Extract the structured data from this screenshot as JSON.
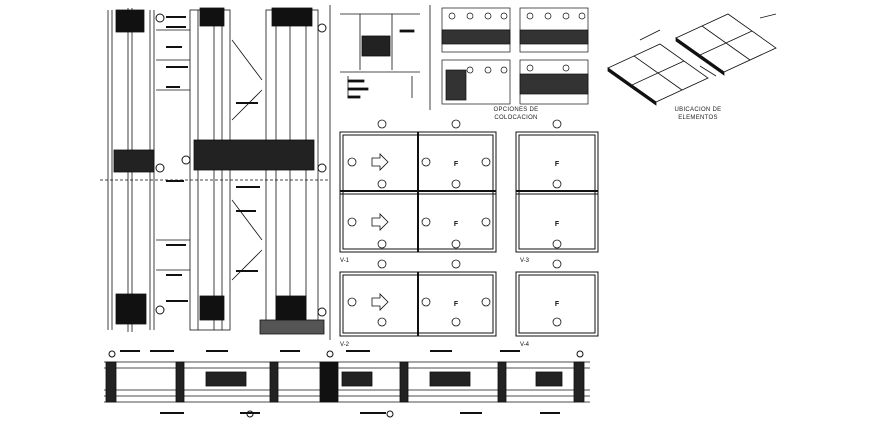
{
  "sheet": {
    "notes": {
      "placement_options": [
        "OPCIONES DE",
        "COLOCACION"
      ],
      "element_location": [
        "UBICACION DE",
        "ELEMENTOS"
      ]
    },
    "window_types": {
      "v1": "V-1",
      "v2": "V-2",
      "v3": "V-3",
      "v4": "V-4"
    },
    "pane_marks": {
      "fixed": "F"
    },
    "icons": {
      "arrow": "sliding-arrow-icon",
      "callout": "detail-bubble-icon"
    },
    "colors": {
      "line": "#111111",
      "hatch": "#333333",
      "background": "#ffffff"
    }
  }
}
